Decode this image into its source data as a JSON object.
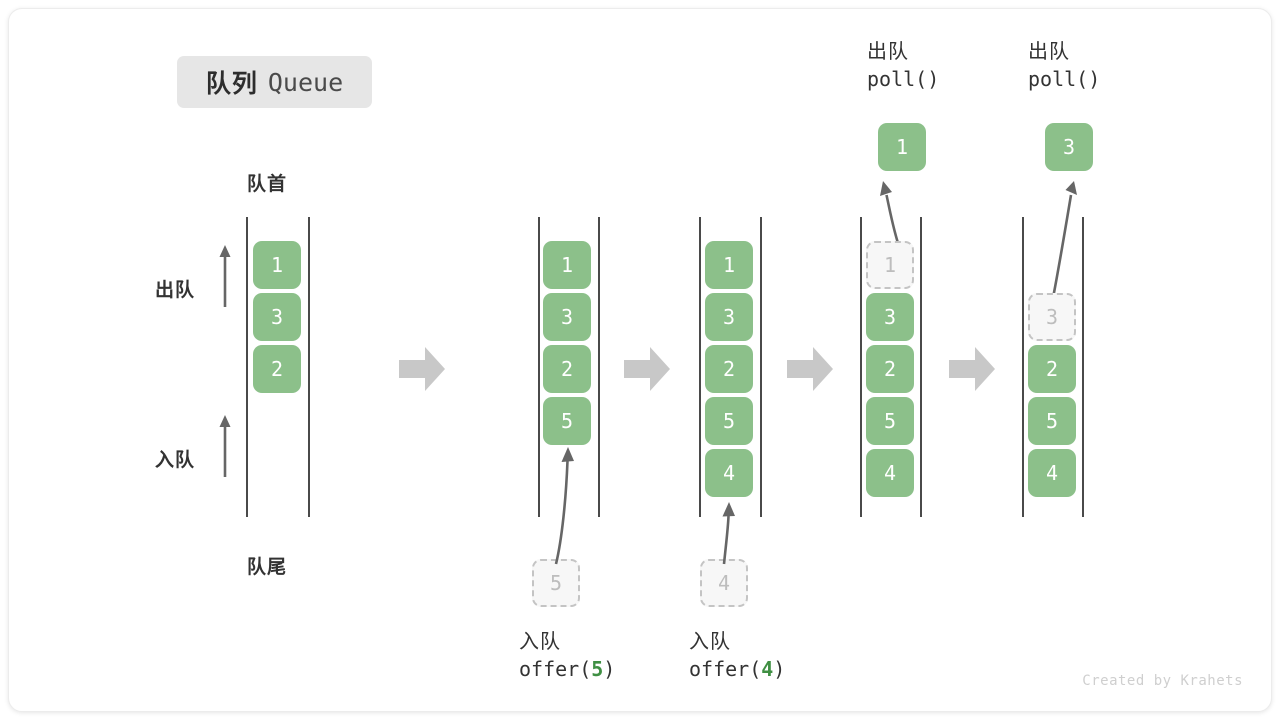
{
  "title": {
    "cn": "队列",
    "en": "Queue"
  },
  "labels": {
    "front": "队首",
    "rear": "队尾",
    "dequeue": "出队",
    "enqueue": "入队"
  },
  "colors": {
    "box_fill": "#8cc08a",
    "box_text": "#ffffff",
    "ghost_fill": "#f7f7f7",
    "ghost_border": "#c4c4c4",
    "ghost_text": "#bdbdbd",
    "rail": "#4a4a4a",
    "arrow_gray": "#c8c8c8",
    "thin_arrow": "#666666",
    "accent_green": "#3f8f43",
    "badge_bg": "#e6e6e6",
    "text": "#333333"
  },
  "columns": [
    {
      "id": "initial",
      "items": [
        "1",
        "3",
        "2"
      ],
      "ghost_index": null,
      "operation": null,
      "output": null
    },
    {
      "id": "after-offer-5",
      "items": [
        "1",
        "3",
        "2",
        "5"
      ],
      "ghost_index": null,
      "operation": {
        "cn": "入队",
        "code_prefix": "offer(",
        "arg": "5",
        "code_suffix": ")"
      },
      "incoming": "5",
      "output": null
    },
    {
      "id": "after-offer-4",
      "items": [
        "1",
        "3",
        "2",
        "5",
        "4"
      ],
      "ghost_index": null,
      "operation": {
        "cn": "入队",
        "code_prefix": "offer(",
        "arg": "4",
        "code_suffix": ")"
      },
      "incoming": "4",
      "output": null
    },
    {
      "id": "after-poll-1",
      "items": [
        "1",
        "3",
        "2",
        "5",
        "4"
      ],
      "ghost_index": 0,
      "operation": {
        "cn": "出队",
        "code_prefix": "poll(",
        "arg": "",
        "code_suffix": ")"
      },
      "output": "1"
    },
    {
      "id": "after-poll-3",
      "items": [
        "3",
        "2",
        "5",
        "4"
      ],
      "ghost_index": 0,
      "operation": {
        "cn": "出队",
        "code_prefix": "poll(",
        "arg": "",
        "code_suffix": ")"
      },
      "output": "3"
    }
  ],
  "watermark": "Created by Krahets"
}
